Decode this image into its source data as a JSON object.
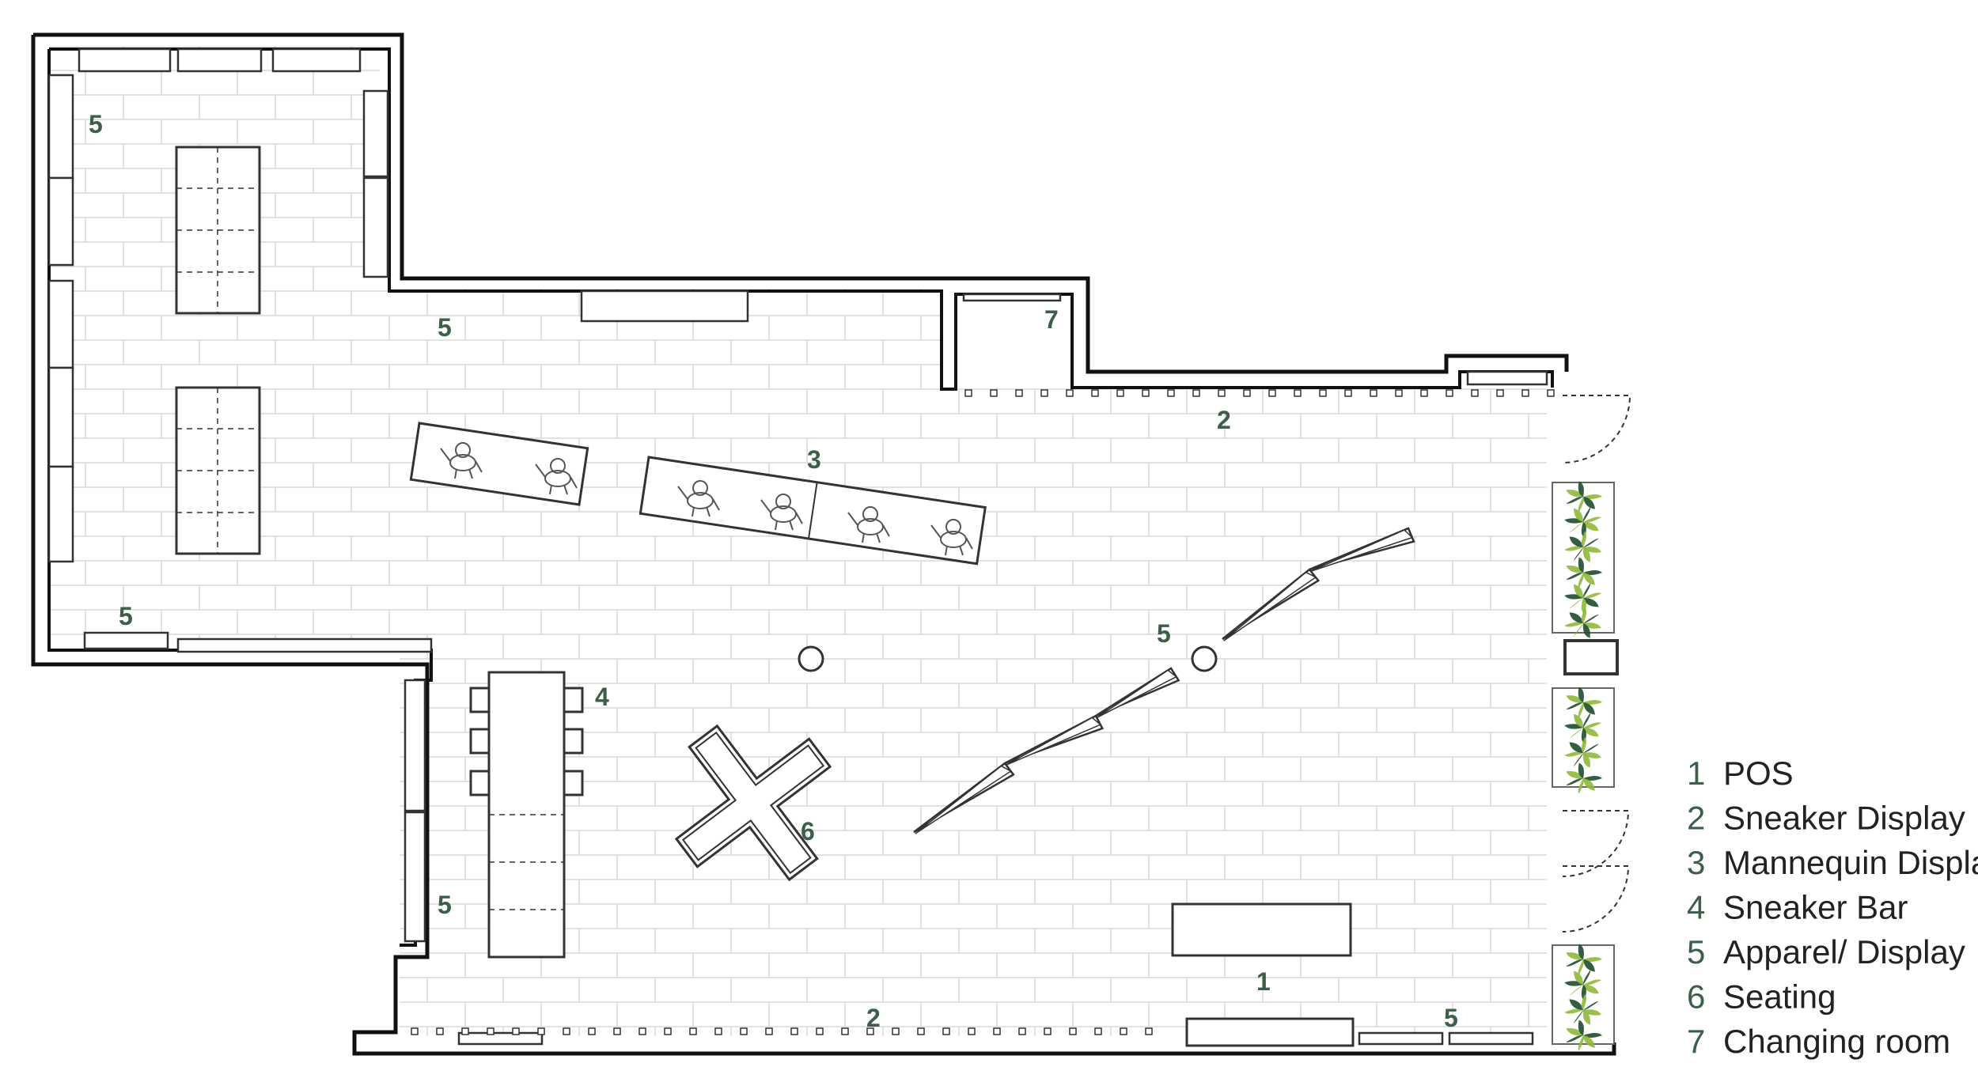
{
  "colors": {
    "wall": "#111111",
    "floor_lines": "#d9d9d9",
    "furniture_stroke": "#333333",
    "label": "#3d5e49",
    "legend_text": "#222222",
    "plant_dark": "#1f4d2c",
    "plant_light": "#8fb83a"
  },
  "zone_labels": {
    "l5_top_left": "5",
    "l5_upper_corridor": "5",
    "l7_changing": "7",
    "l2_top": "2",
    "l3_mannequin": "3",
    "l5_left_low": "5",
    "l5_diagonal": "5",
    "l4_bar": "4",
    "l6_seating": "6",
    "l5_left_wall": "5",
    "l1_pos": "1",
    "l2_bottom": "2",
    "l5_bottom_right": "5"
  },
  "legend": [
    {
      "num": "1",
      "label": "POS"
    },
    {
      "num": "2",
      "label": "Sneaker Display"
    },
    {
      "num": "3",
      "label": "Mannequin Display"
    },
    {
      "num": "4",
      "label": "Sneaker Bar"
    },
    {
      "num": "5",
      "label": "Apparel/ Display"
    },
    {
      "num": "6",
      "label": "Seating"
    },
    {
      "num": "7",
      "label": "Changing room"
    }
  ],
  "icons": {
    "plant": "plant-icon",
    "mannequin": "mannequin-icon",
    "column": "column-icon",
    "door": "door-swing-icon"
  }
}
